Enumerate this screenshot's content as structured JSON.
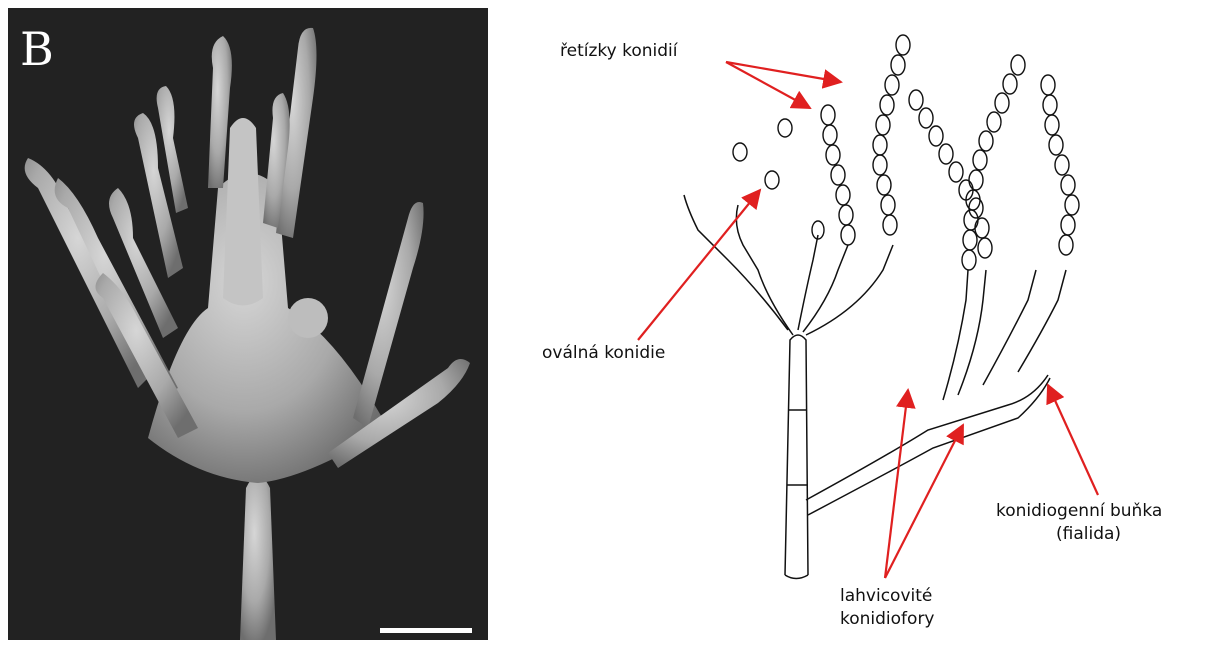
{
  "panel_letter": "B",
  "labels": {
    "chains": "řetízky konidií",
    "oval": "oválná konidie",
    "cell_line1": "konidiogenní buňka",
    "cell_line2": "(fialida)",
    "phialophore_line1": "lahvicovité",
    "phialophore_line2": "konidiofory"
  },
  "colors": {
    "arrow": "#e02020",
    "micrograph_bg": "#222222",
    "specimen": "#b4b4b4",
    "ink": "#111111"
  }
}
